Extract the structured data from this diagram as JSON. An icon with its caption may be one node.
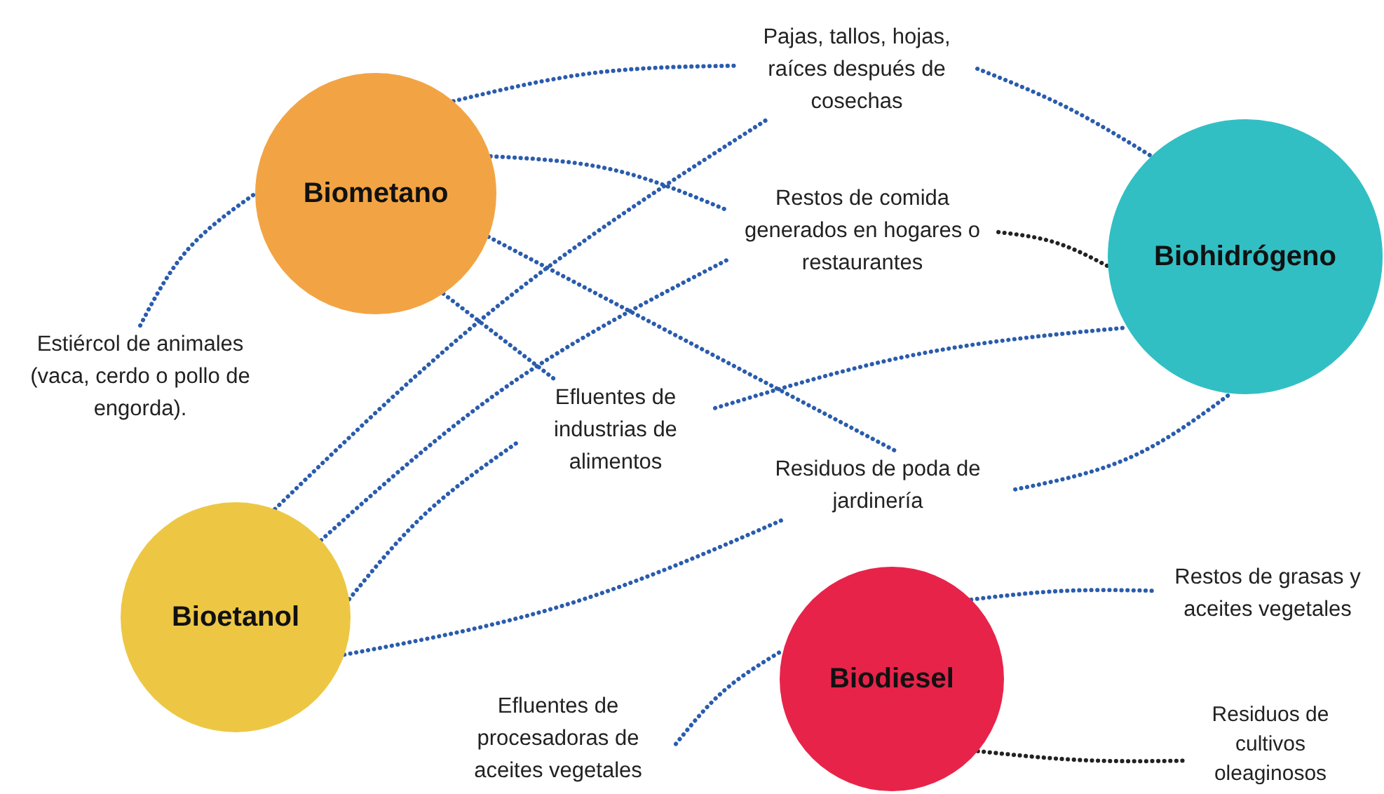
{
  "diagram": {
    "nodes": [
      {
        "text": [
          "Biometano"
        ]
      },
      {
        "text": [
          "Pajas, tallos, hojas, raíces después de cosechas"
        ]
      },
      {
        "text": [
          "Restos de comida generados en hogares o restaurantes"
        ]
      },
      {
        "text": [
          "Biohidrógeno"
        ]
      },
      {
        "text": [
          "Estiércol de animales (vaca, cerdo o pollo de engorda)."
        ]
      },
      {
        "text": [
          "Efluentes de industrias de alimentos"
        ]
      },
      {
        "text": [
          "Residuos de poda de jardinería"
        ]
      },
      {
        "text": [
          "Bioetanol"
        ]
      },
      {
        "text": [
          "Restos de grasas y aceites vegetales"
        ]
      },
      {
        "text": [
          "Biodiesel"
        ]
      },
      {
        "text": [
          "Efluentes de procesadoras de aceites vegetales"
        ]
      },
      {
        "text": [
          "Residuos de cultivos oleaginosos"
        ]
      }
    ],
    "edges": [
      {
        "from": 0,
        "to": 1,
        "arrow": "none"
      },
      {
        "from": 1,
        "to": 3,
        "arrow": "none"
      },
      {
        "from": 0,
        "to": 2,
        "arrow": "none"
      },
      {
        "from": 2,
        "to": 3,
        "arrow": "none",
        "color": "#222222"
      },
      {
        "from": 0,
        "to": 6,
        "arrow": "none"
      },
      {
        "from": 0,
        "to": 5,
        "arrow": "none"
      },
      {
        "from": 4,
        "to": 0,
        "arrow": "none"
      },
      {
        "from": 7,
        "to": 1,
        "arrow": "none"
      },
      {
        "from": 7,
        "to": 2,
        "arrow": "none"
      },
      {
        "from": 7,
        "to": 5,
        "arrow": "none"
      },
      {
        "from": 7,
        "to": 6,
        "arrow": "none"
      },
      {
        "from": 5,
        "to": 3,
        "arrow": "none"
      },
      {
        "from": 6,
        "to": 3,
        "arrow": "none"
      },
      {
        "from": 9,
        "to": 8,
        "arrow": "none"
      },
      {
        "from": 10,
        "to": 9,
        "arrow": "none"
      },
      {
        "from": 9,
        "to": 11,
        "arrow": "none",
        "color": "#222222"
      }
    ]
  }
}
